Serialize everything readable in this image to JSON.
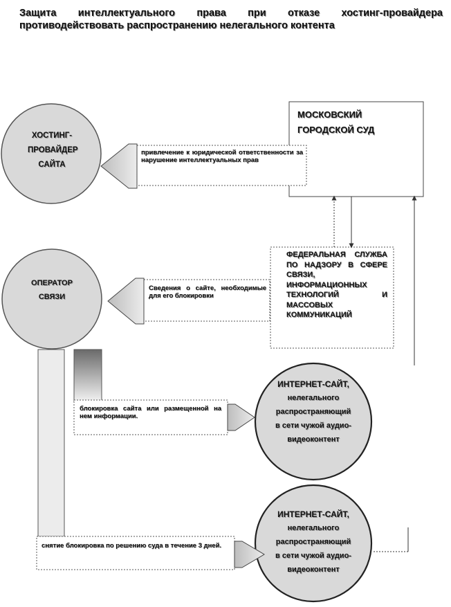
{
  "title": "Защита интеллектуального права при отказе хостинг-провайдера противодействовать распространению нелегального контента",
  "nodes": {
    "hosting": "ХОСТИНГ-ПРОВАЙДЕР САЙТА",
    "operator": "ОПЕРАТОР СВЯЗИ",
    "court": "МОСКОВСКИЙ ГОРОДСКОЙ СУД",
    "agency": "ФЕДЕРАЛЬНАЯ СЛУЖБА ПО НАДЗОРУ В СФЕРЕ СВЯЗИ, ИНФОРМАЦИОННЫХ ТЕХНОЛОГИЙ И МАССОВЫХ КОММУНИКАЦИЙ",
    "site1": {
      "line1": "ИНТЕРНЕТ-САЙТ,",
      "line2": "нелегального",
      "line3": "распространяющий",
      "line4": "в сети чужой аудио-",
      "line5": "видеоконтент"
    },
    "site2": {
      "line1": "ИНТЕРНЕТ-САЙТ,",
      "line2": "нелегального",
      "line3": "распространяющий",
      "line4": "в сети чужой аудио-",
      "line5": "видеоконтент"
    }
  },
  "callouts": {
    "liability": "привлечение к юридической ответственности за нарушение интеллектуальных прав",
    "info": "Сведения о сайте, необходимые для его блокировки",
    "blocking": "блокировка сайта или размещенной на нем информации.",
    "unblocking": "снятие блокировка по решению суда в течение 3 дней."
  },
  "colors": {
    "circle_fill": "#d9d9d9",
    "arrow_fill": "#dcdcdc",
    "line": "#333333",
    "pipe_dark": "#6f6f6f"
  }
}
